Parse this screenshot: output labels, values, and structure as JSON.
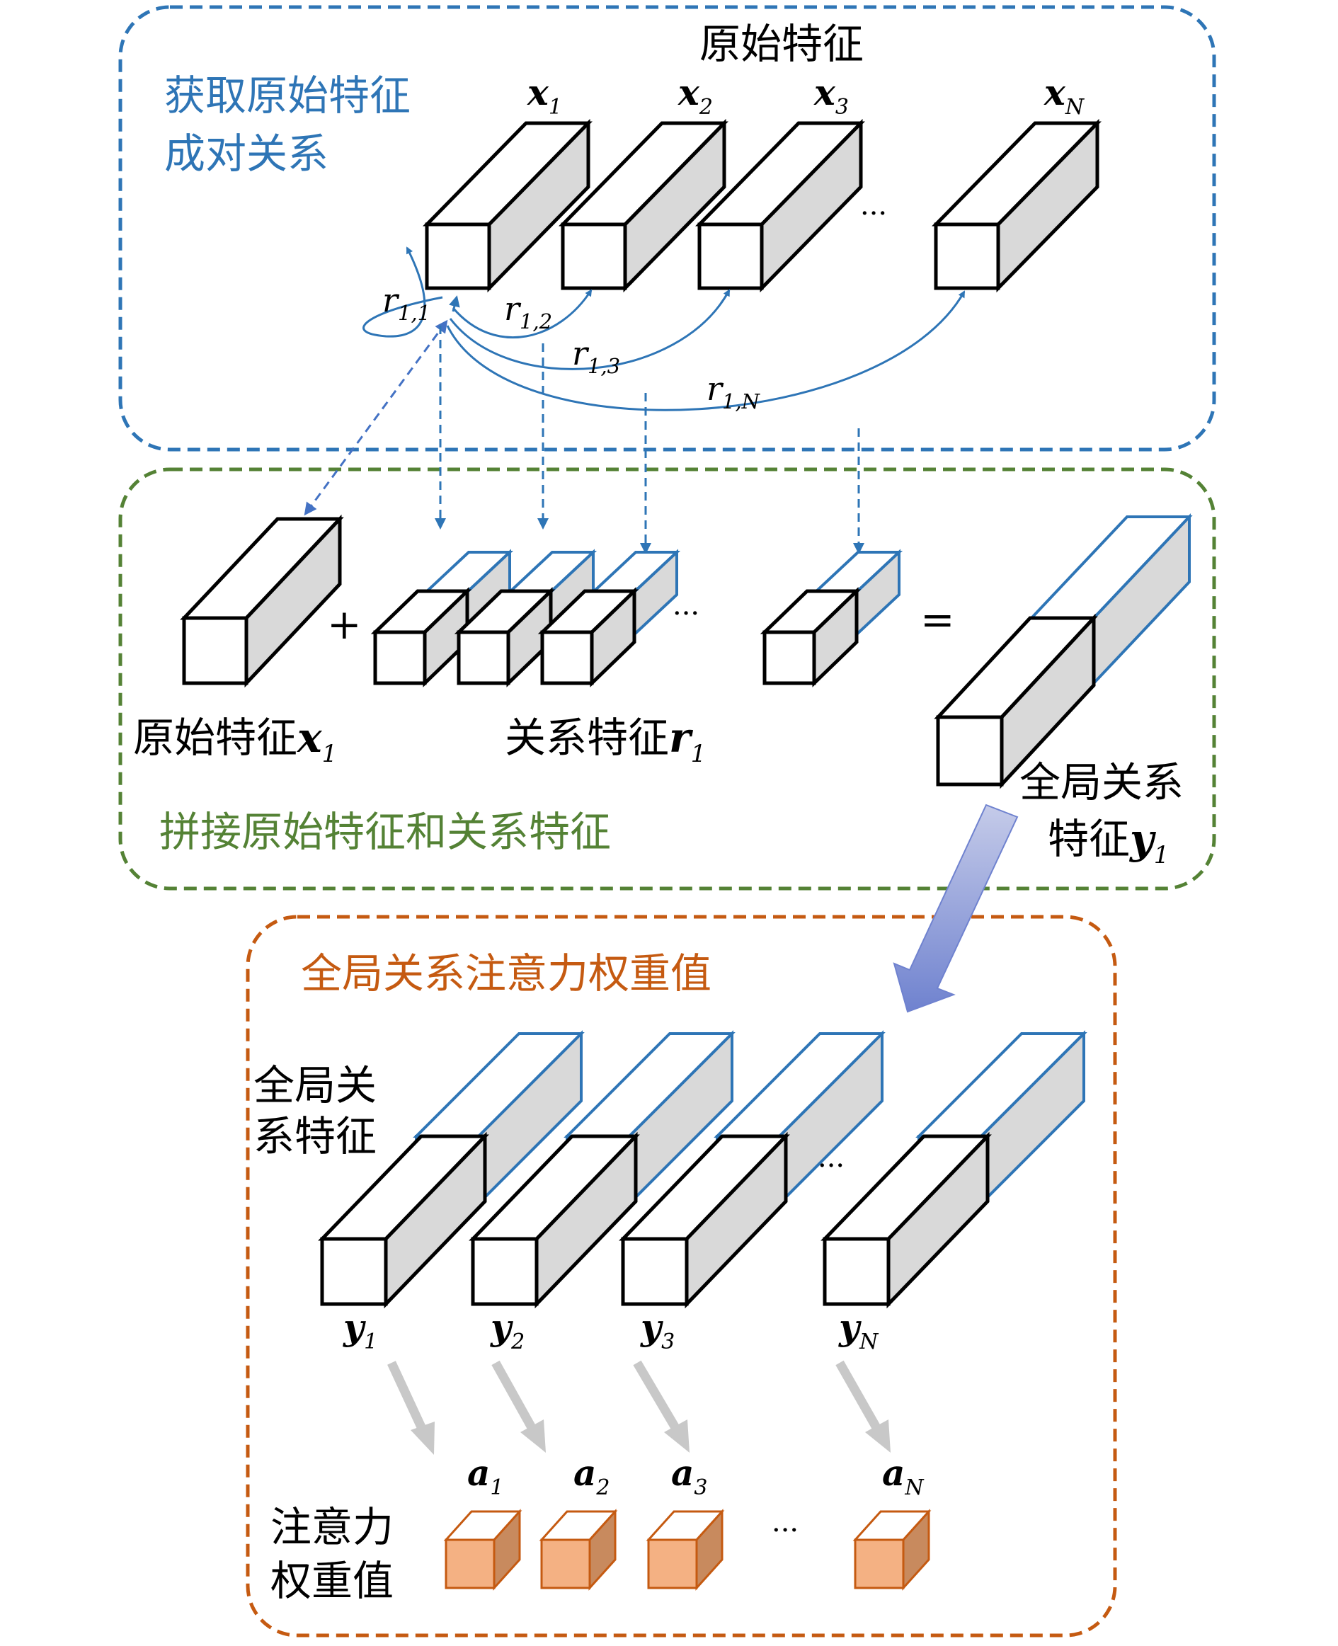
{
  "colors": {
    "blue_frame": "#2e75b6",
    "green_frame": "#548235",
    "orange_frame": "#c55a11",
    "arrow_blue": "#2e75b6",
    "arrow_purple": "#4472c4",
    "box_gray": "#d9d9d9",
    "weight_fill": "#f4b183",
    "weight_dark": "#c88a5e",
    "gray_arrow": "#c8c8c8"
  },
  "section1": {
    "title_line1": "获取原始特征",
    "title_line2": "成对关系",
    "features_title": "原始特征",
    "x_labels": [
      {
        "base": "x",
        "sub": "1"
      },
      {
        "base": "x",
        "sub": "2"
      },
      {
        "base": "x",
        "sub": "3"
      },
      {
        "base": "x",
        "sub": "N"
      }
    ],
    "ellipsis": "···",
    "r_labels": [
      {
        "base": "r",
        "sub": "1,1"
      },
      {
        "base": "r",
        "sub": "1,2"
      },
      {
        "base": "r",
        "sub": "1,3"
      },
      {
        "base": "r",
        "sub": "1,N"
      }
    ]
  },
  "section2": {
    "title": "拼接原始特征和关系特征",
    "plus": "+",
    "equals": "=",
    "ellipsis": "···",
    "orig_label": {
      "text": "原始特征",
      "base": "x",
      "sub": "1"
    },
    "rel_label": {
      "text": "关系特征",
      "base": "r",
      "sub": "1"
    },
    "global_line1": "全局关系",
    "global_line2": {
      "text": "特征",
      "base": "y",
      "sub": "1"
    }
  },
  "section3": {
    "title": "全局关系注意力权重值",
    "global_line1": "全局关",
    "global_line2": "系特征",
    "y_labels": [
      {
        "base": "y",
        "sub": "1"
      },
      {
        "base": "y",
        "sub": "2"
      },
      {
        "base": "y",
        "sub": "3"
      },
      {
        "base": "y",
        "sub": "N"
      }
    ],
    "ellipsis": "···",
    "a_labels": [
      {
        "base": "a",
        "sub": "1"
      },
      {
        "base": "a",
        "sub": "2"
      },
      {
        "base": "a",
        "sub": "3"
      },
      {
        "base": "a",
        "sub": "N"
      }
    ],
    "weights_line1": "注意力",
    "weights_line2": "权重值"
  }
}
